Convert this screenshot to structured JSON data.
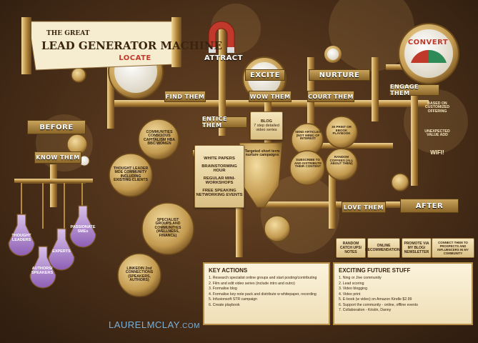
{
  "title": {
    "line1": "THE GREAT",
    "line2": "LEAD GENERATOR MACHINE"
  },
  "stages": {
    "locate": "LOCATE",
    "attract": "ATTRACT",
    "excite": "EXCITE",
    "nurture": "NURTURE",
    "convert": "CONVERT",
    "before": "BEFORE",
    "after": "AFTER"
  },
  "steps": {
    "know_them": "KNOW THEM",
    "find_them": "FIND THEM",
    "entice_them": "ENTICE THEM",
    "wow_them": "WOW THEM",
    "court_them": "COURT THEM",
    "engage_them": "ENGAGE THEM",
    "love_them": "LOVE THEM"
  },
  "flasks": [
    "THOUGHT LEADERS",
    "EXPERTS",
    "PASSIONATE SMEs",
    "AUTHORS/ SPEAKERS"
  ],
  "find_gears": [
    "COMMUNITIES CONSCIOUS CAPITALISM HBA BBC WOMEN",
    "THOUGHT LEADER MDE COMMUNITY INCLUDING EXISTING CLIENTS",
    "SPECIALIST GROUPS AND COMMUNITIES (WELLNESS, FINANCE)",
    "LINKEDIN 2nd CONNECTIONS (SPEAKERS, AUTHORS)"
  ],
  "entice_items": [
    "WHITE PAPERS",
    "BRAINSTORMING HOUR",
    "REGULAR MINI-WORKSHOPS",
    "FREE SPEAKING NETWORKING EVENTS"
  ],
  "blog": {
    "title": "BLOG",
    "text": "7 step detailed video series"
  },
  "targeted": "Targeted short term nurture campaigns",
  "court_gears": [
    "SEND ARTICLES (NOT MINE) OF INTEREST",
    "30 PRINT OR EBOOK PLAYBOOK",
    "SUBSCRIBE TO AND DISTRIBUTE THEIR CONTENT",
    "RANDOM COFFEES (ALL ABOUT THEM)"
  ],
  "engage_items": [
    "BASED ON CUSTOMIZED OFFERING",
    "UNEXPECTED VALUE ADD",
    "WIFI!"
  ],
  "love_items": [
    "RANDOM CATCH UPS/ NOTES",
    "ONLINE RECOMMENDATIONS",
    "PROMOTE VIA MY BLOG/ NEWSLETTER",
    "CONNECT THEM TO PROSPECTS AND INFLUENCERS IN MY COMMUNITY"
  ],
  "key_actions": {
    "heading": "KEY ACTIONS",
    "items": [
      "1. Research specialist online groups and start posting/contributing",
      "2. Film and edit video series (include intro and outro)",
      "3. Formalise blog",
      "4. Formalise key note pack and distribute w whitepaper, recording",
      "5. Infusionsoft STR campaign",
      "6. Create playbook"
    ]
  },
  "future": {
    "heading": "EXCITING FUTURE STUFF",
    "items": [
      "1. Ning or Jive community",
      "2. Lead scoring",
      "3. Video blogging",
      "4. Video print",
      "5. E-book (w video) on Amazon Kindle $2.99",
      "6. Support the community - online, offline events",
      "7. Collaboration - Kristin, Danny"
    ]
  },
  "brand": {
    "name": "LAURELMCLAY",
    "suffix": ".COM"
  },
  "colors": {
    "brass": "#c9a45c",
    "dark_brown": "#3b2514",
    "parchment": "#f6e7bf",
    "convert_red": "#c0392b",
    "convert_green": "#2e8b57",
    "brand_blue": "#7bb0d6"
  }
}
